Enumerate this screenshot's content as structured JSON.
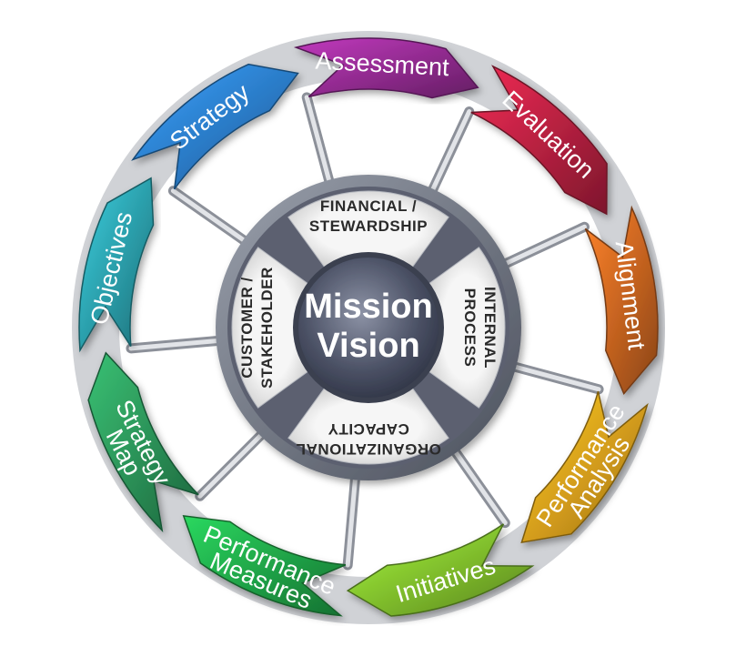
{
  "center": {
    "line1": "Mission",
    "line2": "Vision"
  },
  "quadrants": [
    {
      "key": "financial",
      "line1": "FINANCIAL /",
      "line2": "STEWARDSHIP"
    },
    {
      "key": "internal",
      "line1": "INTERNAL",
      "line2": "PROCESS"
    },
    {
      "key": "organizational",
      "line1": "ORGANIZATIONAL",
      "line2": "CAPACITY"
    },
    {
      "key": "customer",
      "line1": "CUSTOMER /",
      "line2": "STAKEHOLDER"
    }
  ],
  "cycle_segments": [
    {
      "name": "Assessment",
      "lines": [
        "Assessment"
      ],
      "color": "#8e2a8c"
    },
    {
      "name": "Evaluation",
      "lines": [
        "Evaluation"
      ],
      "color": "#b3203f"
    },
    {
      "name": "Alignment",
      "lines": [
        "Alignment"
      ],
      "color": "#c2611f"
    },
    {
      "name": "Performance Analysis",
      "lines": [
        "Performance",
        "Analysis"
      ],
      "color": "#d19a1b"
    },
    {
      "name": "Initiatives",
      "lines": [
        "Initiatives"
      ],
      "color": "#7cb82b"
    },
    {
      "name": "Performance Measures",
      "lines": [
        "Performance",
        "Measures"
      ],
      "color": "#1fa046"
    },
    {
      "name": "Strategy Map",
      "lines": [
        "Strategy",
        "Map"
      ],
      "color": "#2a8f56"
    },
    {
      "name": "Objectives",
      "lines": [
        "Objectives"
      ],
      "color": "#2a9aa6"
    },
    {
      "name": "Strategy",
      "lines": [
        "Strategy"
      ],
      "color": "#2a79c4"
    }
  ]
}
